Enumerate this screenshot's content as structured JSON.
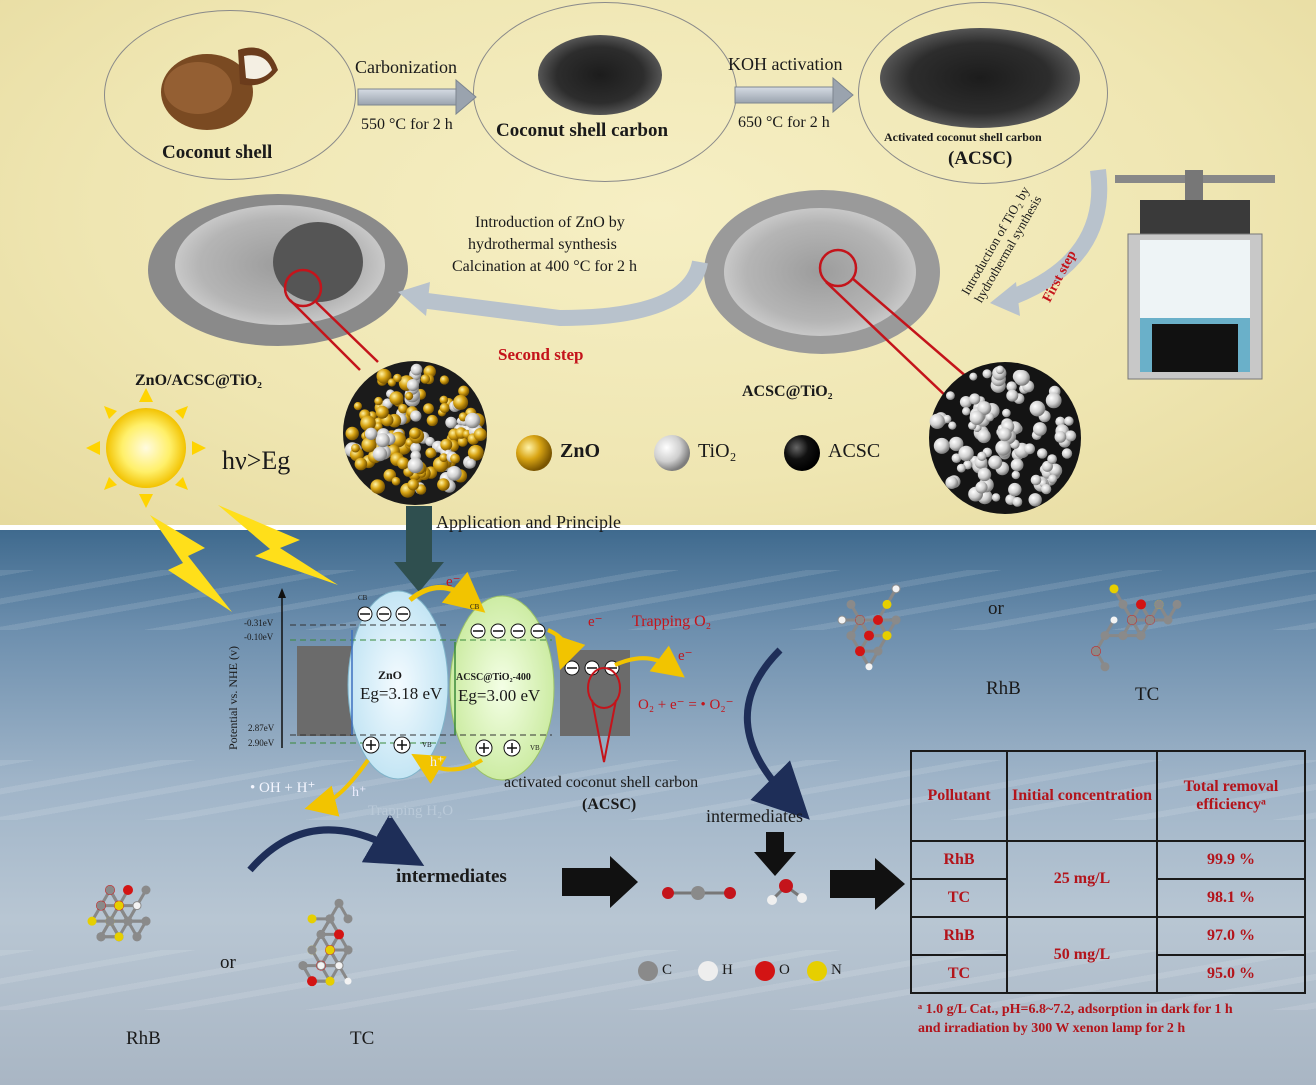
{
  "synthesis": {
    "coconut_shell": "Coconut shell",
    "carbonization": "Carbonization",
    "carbonization_cond": "550 °C for 2 h",
    "coconut_shell_carbon": "Coconut shell carbon",
    "koh_activation": "KOH activation",
    "koh_cond": "650 °C for 2 h",
    "acsc_name": "Activated coconut shell carbon",
    "acsc_abbr": "(ACSC)",
    "tio2_intro_1": "Introduction of TiO₂ by",
    "tio2_intro_2": "hydrothermal synthesis",
    "first_step": "First step",
    "zno_intro_1": "Introduction of ZnO by",
    "zno_intro_2": "hydrothermal synthesis",
    "zno_calc": "Calcination at 400 °C for 2 h",
    "second_step": "Second step",
    "zno_acsc_tio2": "ZnO/ACSC@TiO₂",
    "acsc_tio2": "ACSC@TiO₂"
  },
  "legend": {
    "zno": "ZnO",
    "tio2": "TiO₂",
    "acsc": "ACSC"
  },
  "light": {
    "hv": "hν>Eg"
  },
  "application_label": "Application and Principle",
  "band": {
    "axis_label": "Potential vs. NHE (v)",
    "levels": [
      "-0.31eV",
      "-0.10eV",
      "2.87eV",
      "2.90eV"
    ],
    "zno_label": "ZnO",
    "zno_eg": "Eg=3.18 eV",
    "acsc_label": "ACSC@TiO₂-400",
    "acsc_eg": "Eg=3.00 eV",
    "cb": "CB",
    "vb": "VB",
    "electron": "e⁻",
    "hole": "h⁺",
    "trapping_o2": "Trapping O₂",
    "o2_reaction": "O₂ + e⁻ = • O₂⁻",
    "oh_reaction": "• OH + H⁺",
    "trapping_h2o": "Trapping H₂O",
    "acsc_desc": "activated coconut shell carbon",
    "acsc_abbr": "(ACSC)"
  },
  "degradation": {
    "or": "or",
    "rhb": "RhB",
    "tc": "TC",
    "intermediates": "intermediates"
  },
  "atom_legend": [
    "C",
    "H",
    "O",
    "N"
  ],
  "colors": {
    "zno": "#d4a017",
    "tio2": "#d8d8d8",
    "acsc": "#111111",
    "red_text": "#b3141b"
  },
  "table": {
    "headers": [
      "Pollutant",
      "Initial concentration",
      "Total removal efficiencyᵃ"
    ],
    "rows": [
      {
        "pollutant": "RhB",
        "conc": "25 mg/L",
        "eff": "99.9 %"
      },
      {
        "pollutant": "TC",
        "conc": "",
        "eff": "98.1 %"
      },
      {
        "pollutant": "RhB",
        "conc": "50 mg/L",
        "eff": "97.0 %"
      },
      {
        "pollutant": "TC",
        "conc": "",
        "eff": "95.0 %"
      }
    ],
    "footnote_1": "ᵃ 1.0 g/L Cat., pH=6.8~7.2, adsorption in dark for 1 h",
    "footnote_2": "and irradiation by 300 W xenon lamp for 2 h"
  }
}
